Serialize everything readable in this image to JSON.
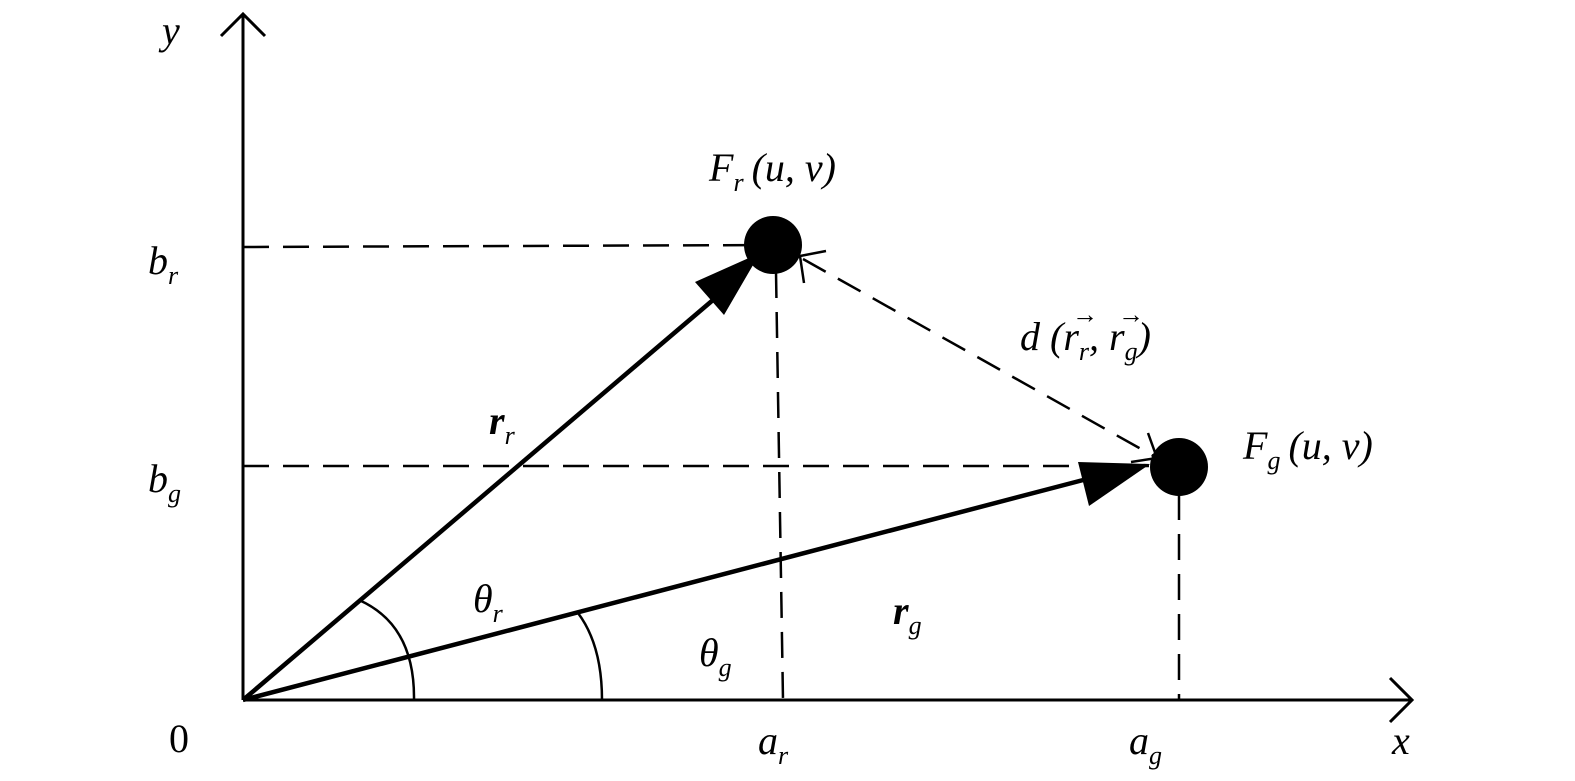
{
  "axes": {
    "x_label": "x",
    "y_label": "y",
    "origin_label": "0"
  },
  "points": {
    "Fr": {
      "main": "F",
      "sub": "r",
      "args": "(u, v)"
    },
    "Fg": {
      "main": "F",
      "sub": "g",
      "args": "(u, v)"
    }
  },
  "ticks": {
    "ar": {
      "main": "a",
      "sub": "r"
    },
    "ag": {
      "main": "a",
      "sub": "g"
    },
    "br": {
      "main": "b",
      "sub": "r"
    },
    "bg": {
      "main": "b",
      "sub": "g"
    }
  },
  "vectors": {
    "rr": {
      "main": "r",
      "sub": "r"
    },
    "rg": {
      "main": "r",
      "sub": "g"
    }
  },
  "angles": {
    "theta_r": {
      "main": "θ",
      "sub": "r"
    },
    "theta_g": {
      "main": "θ",
      "sub": "g"
    }
  },
  "distance": {
    "prefix": "d (",
    "arrow": "→",
    "r1": "r",
    "s1": "r",
    "comma": ", ",
    "r2": "r",
    "s2": "g",
    "suffix": ")"
  },
  "colors": {
    "ink": "#000000",
    "background": "#ffffff"
  }
}
